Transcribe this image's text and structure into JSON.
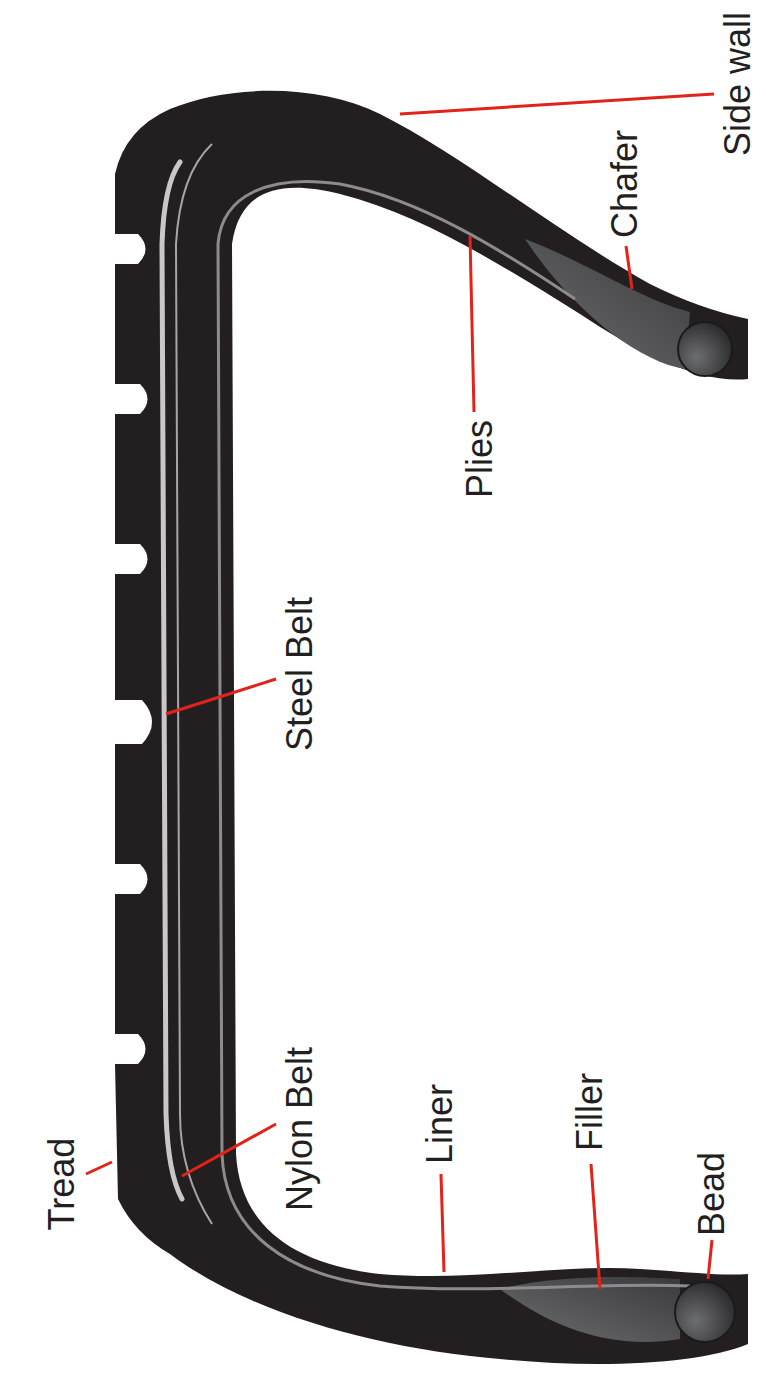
{
  "diagram": {
    "labels": [
      "Tread",
      "Nylon Belt",
      "Steel Belt",
      "Liner",
      "Plies",
      "Filler",
      "Chafer",
      "Bead",
      "Side wall"
    ]
  }
}
